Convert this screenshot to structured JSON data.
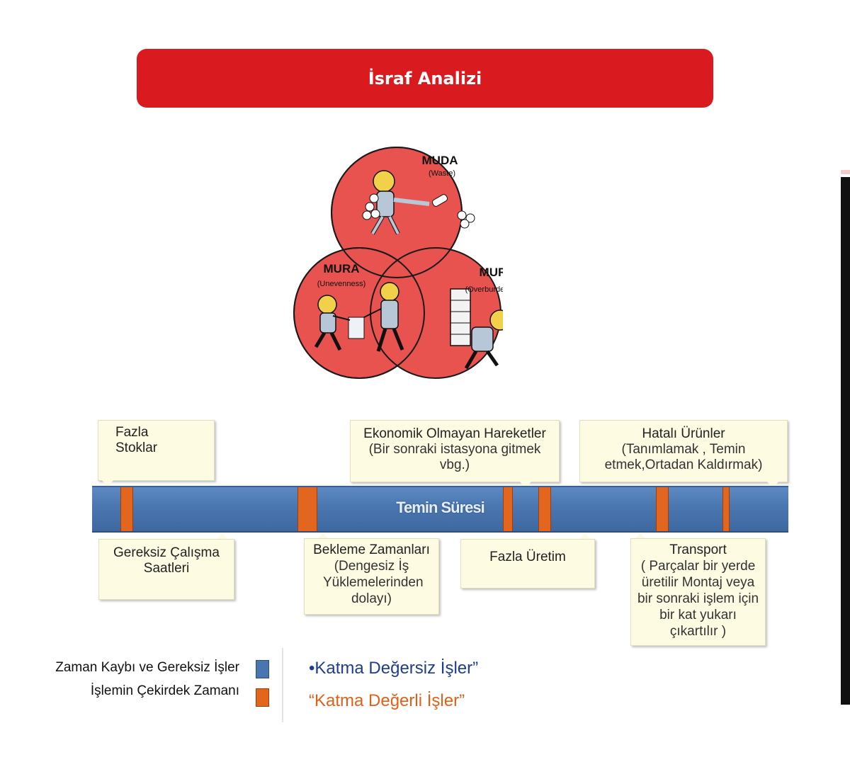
{
  "header": {
    "title": "İsraf Analizi"
  },
  "venn": {
    "circles": [
      {
        "title": "MUDA",
        "subtitle": "(Waste)"
      },
      {
        "title": "MURA",
        "subtitle": "(Unevenness)"
      },
      {
        "title": "MURI",
        "subtitle": "(Overburden)"
      }
    ],
    "colors": {
      "fill": "#e8534f",
      "stroke": "#1a1a1a"
    }
  },
  "timeline": {
    "label": "Temin Süresi",
    "colors": {
      "bar": "#4a76b0",
      "core": "#e3661e"
    },
    "top_notes": [
      {
        "title": "Fazla\nStoklar",
        "body": ""
      },
      {
        "title": "Ekonomik Olmayan Hareketler",
        "body": "(Bir sonraki istasyona gitmek vbg.)"
      },
      {
        "title": "Hatalı Ürünler",
        "body": "(Tanımlamak , Temin etmek,Ortadan Kaldırmak)"
      }
    ],
    "bottom_notes": [
      {
        "title": "Gereksiz Çalışma Saatleri",
        "body": ""
      },
      {
        "title": "Bekleme Zamanları",
        "body": "(Dengesiz İş Yüklemelerinden dolayı)"
      },
      {
        "title": "Fazla Üretim",
        "body": ""
      },
      {
        "title": "Transport",
        "body": "( Parçalar bir yerde üretilir Montaj veya bir sonraki işlem için bir kat yukarı çıkartılır )"
      }
    ]
  },
  "legend": {
    "items": [
      {
        "label": "Zaman Kaybı ve Gereksiz İşler",
        "color": "#4a76b0"
      },
      {
        "label": "İşlemin Çekirdek Zamanı",
        "color": "#e3661e"
      }
    ],
    "value_labels": [
      {
        "text": "•Katma Değersiz İşler”",
        "color": "#1f3d8f"
      },
      {
        "text": "“Katma Değerli İşler”",
        "color": "#e0601a"
      }
    ]
  }
}
